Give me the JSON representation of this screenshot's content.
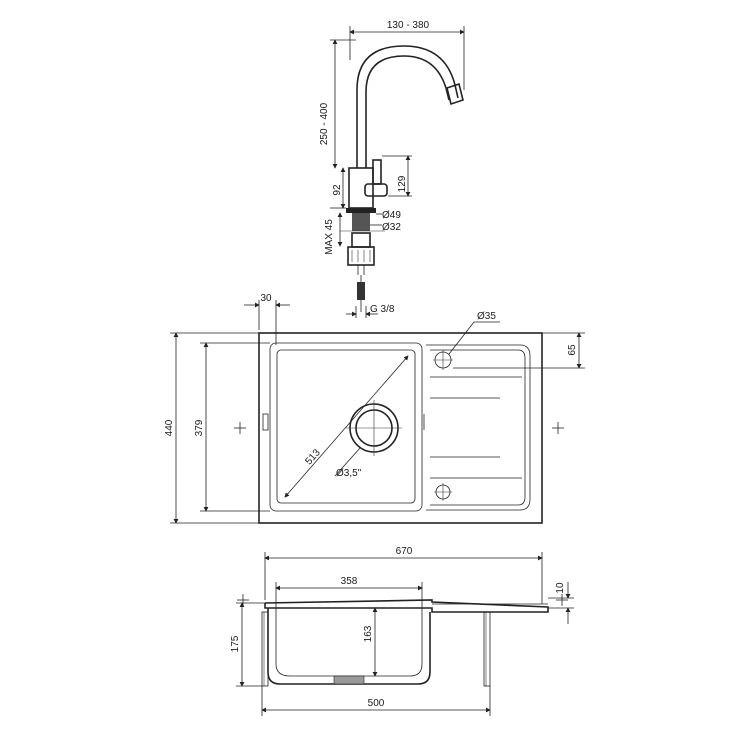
{
  "faucet": {
    "reach": "130 - 380",
    "height": "250 - 400",
    "body_height": "92",
    "lever_height": "129",
    "base_diameter": "Ø49",
    "hole_diameter": "Ø32",
    "max_thickness": "MAX 45",
    "connection": "G 3/8"
  },
  "top_view": {
    "edge_offset": "30",
    "tap_hole": "Ø35",
    "tap_offset": "65",
    "depth": "440",
    "bowl_depth": "379",
    "diagonal": "513",
    "drain": "Ø3,5\""
  },
  "side_view": {
    "overall_width": "670",
    "bowl_width": "358",
    "rim": "10",
    "height": "175",
    "bowl_height": "163",
    "base_width": "500"
  }
}
